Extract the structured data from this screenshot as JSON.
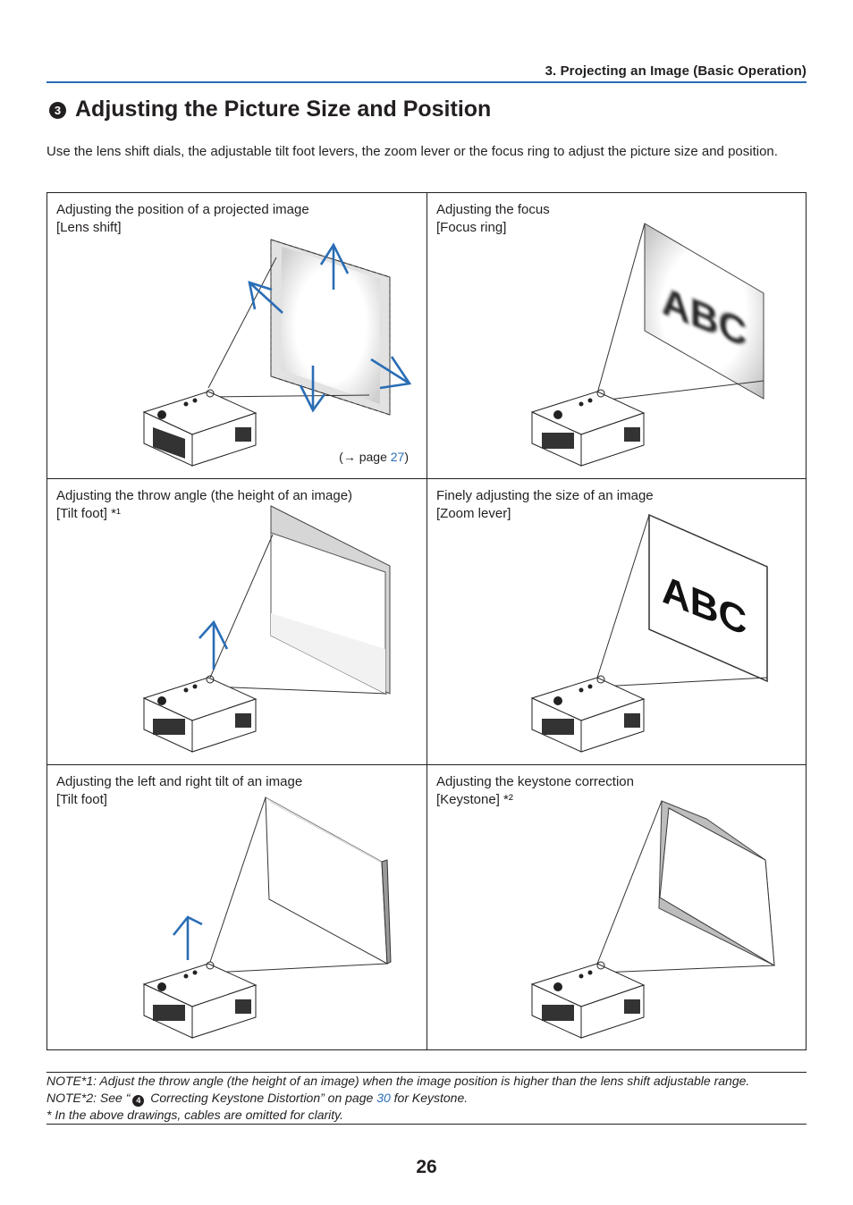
{
  "header": {
    "chapter": "3. Projecting an Image (Basic Operation)"
  },
  "section": {
    "number": "3",
    "title": "Adjusting the Picture Size and Position"
  },
  "intro": "Use the lens shift dials, the adjustable tilt foot levers, the zoom lever or the focus ring to adjust the picture size and position.",
  "cells": [
    {
      "line1": "Adjusting the position of a projected image",
      "line2": "[Lens shift]",
      "ref_pre": "(→ page ",
      "ref_page": "27",
      "ref_post": ")"
    },
    {
      "line1": "Adjusting the focus",
      "line2": "[Focus ring]",
      "screen_text": "ABC"
    },
    {
      "line1": "Adjusting the throw angle (the height of an image)",
      "line2": "[Tilt foot] *¹"
    },
    {
      "line1": "Finely adjusting the size of an image",
      "line2": "[Zoom lever]",
      "screen_text": "ABC"
    },
    {
      "line1": "Adjusting the left and right tilt of an image",
      "line2": "[Tilt foot]"
    },
    {
      "line1": "Adjusting the keystone correction",
      "line2": "[Keystone] *²"
    }
  ],
  "notes": {
    "note1": "NOTE*1: Adjust the throw angle (the height of an image) when the image position is higher than the lens shift adjustable range.",
    "note2_pre": "NOTE*2: See “",
    "note2_num": "4",
    "note2_mid": " Correcting Keystone Distortion” on page ",
    "note2_page": "30",
    "note2_post": " for Keystone.",
    "note3": "* In the above drawings, cables are omitted for clarity."
  },
  "page_number": "26",
  "colors": {
    "accent": "#2a6db5",
    "text": "#231f20"
  }
}
